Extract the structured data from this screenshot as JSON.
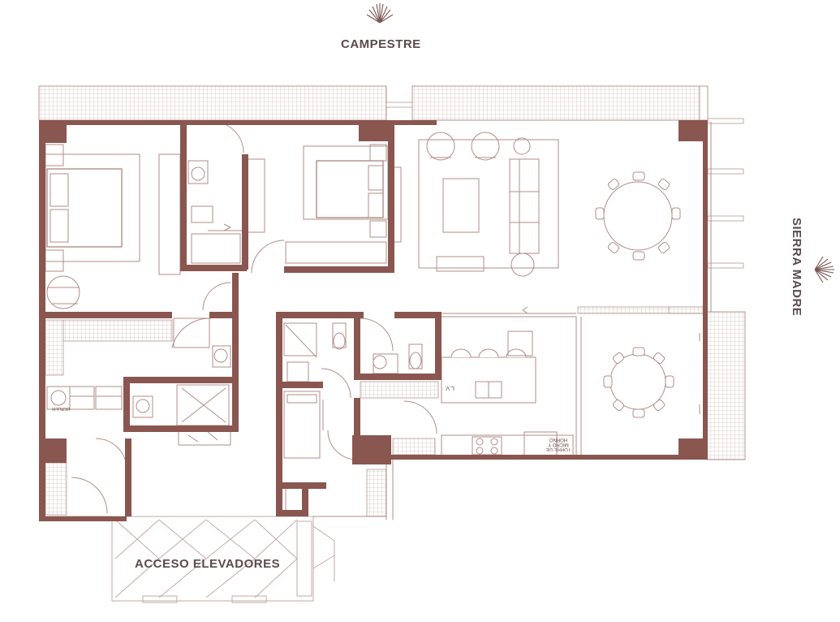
{
  "labels": {
    "north": "CAMPESTRE",
    "east": "SIERRA MADRE",
    "access": "ACCESO ELEVADORES",
    "laundry": "L.V.",
    "boiler": "BOILER",
    "oven": "TORRE DE MICRO Y HORNO"
  },
  "colors": {
    "wall": "#8a5650",
    "line": "#b08d87",
    "fixture": "#9b7c77",
    "text": "#5b4a4d",
    "tile": "#d8c6c2"
  },
  "icons": {
    "north_marker": "sun-ray-icon",
    "east_marker": "sun-ray-icon"
  }
}
